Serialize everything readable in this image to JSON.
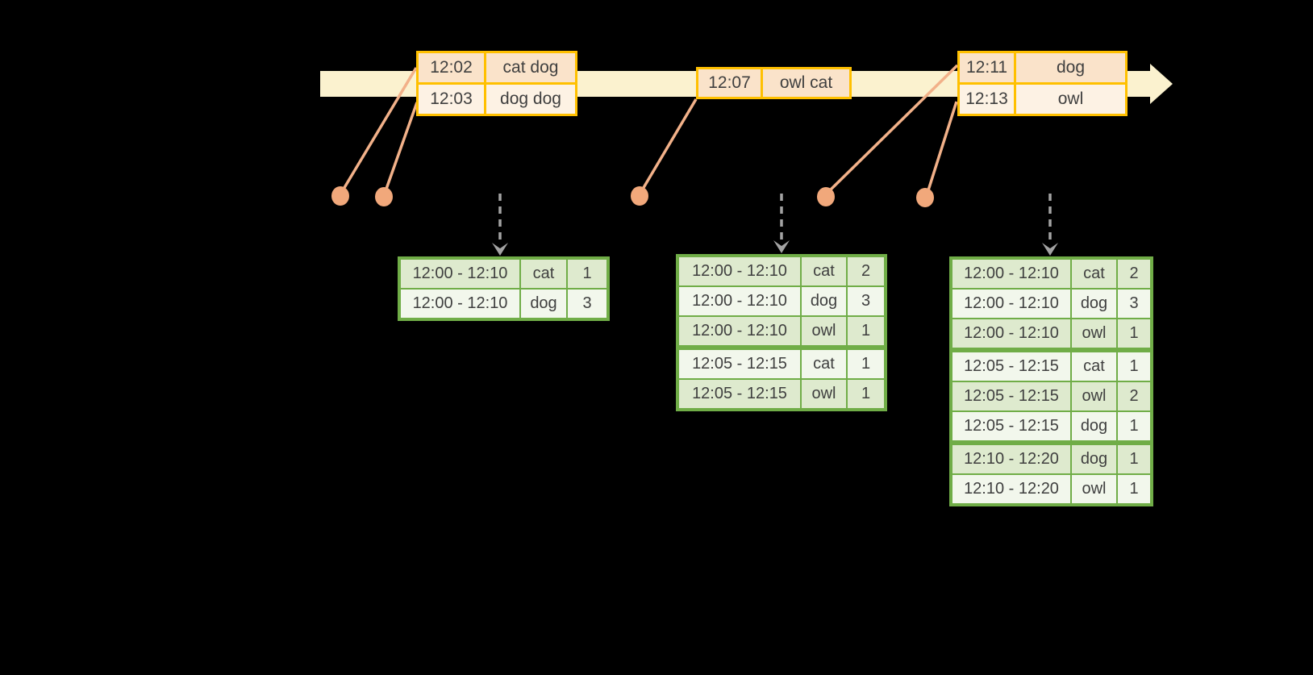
{
  "event_tables": [
    {
      "name": "events-at-12-02",
      "rows": [
        {
          "time": "12:02",
          "words": "cat dog"
        },
        {
          "time": "12:03",
          "words": "dog dog"
        }
      ]
    },
    {
      "name": "events-at-12-07",
      "rows": [
        {
          "time": "12:07",
          "words": "owl cat"
        }
      ]
    },
    {
      "name": "events-at-12-11",
      "rows": [
        {
          "time": "12:11",
          "words": "dog"
        },
        {
          "time": "12:13",
          "words": "owl"
        }
      ]
    }
  ],
  "result_tables": [
    {
      "name": "result-table-1",
      "rows": [
        {
          "window": "12:00 - 12:10",
          "word": "cat",
          "count": "1"
        },
        {
          "window": "12:00 - 12:10",
          "word": "dog",
          "count": "3"
        }
      ]
    },
    {
      "name": "result-table-2",
      "rows": [
        {
          "window": "12:00 - 12:10",
          "word": "cat",
          "count": "2"
        },
        {
          "window": "12:00 - 12:10",
          "word": "dog",
          "count": "3"
        },
        {
          "window": "12:00 - 12:10",
          "word": "owl",
          "count": "1"
        },
        {
          "window": "12:05 - 12:15",
          "word": "cat",
          "count": "1"
        },
        {
          "window": "12:05 - 12:15",
          "word": "owl",
          "count": "1"
        }
      ]
    },
    {
      "name": "result-table-3",
      "rows": [
        {
          "window": "12:00 - 12:10",
          "word": "cat",
          "count": "2"
        },
        {
          "window": "12:00 - 12:10",
          "word": "dog",
          "count": "3"
        },
        {
          "window": "12:00 - 12:10",
          "word": "owl",
          "count": "1"
        },
        {
          "window": "12:05 - 12:15",
          "word": "cat",
          "count": "1"
        },
        {
          "window": "12:05 - 12:15",
          "word": "owl",
          "count": "2"
        },
        {
          "window": "12:05 - 12:15",
          "word": "dog",
          "count": "1"
        },
        {
          "window": "12:10 - 12:20",
          "word": "dog",
          "count": "1"
        },
        {
          "window": "12:10 - 12:20",
          "word": "owl",
          "count": "1"
        }
      ]
    }
  ],
  "colors": {
    "background": "#000000",
    "timeline_band": "#FBF2CF",
    "event_table_border": "#FFC000",
    "event_row_dark": "#FAE3CA",
    "event_row_light": "#FDF2E4",
    "connector": "#F2B189",
    "dot": "#F1A87B",
    "trigger_arrow": "#A3A3A3",
    "result_table_border": "#70AD47",
    "result_row_dark": "#DEEACE",
    "result_row_light": "#F2F7EC",
    "text": "#3F3F3F"
  }
}
